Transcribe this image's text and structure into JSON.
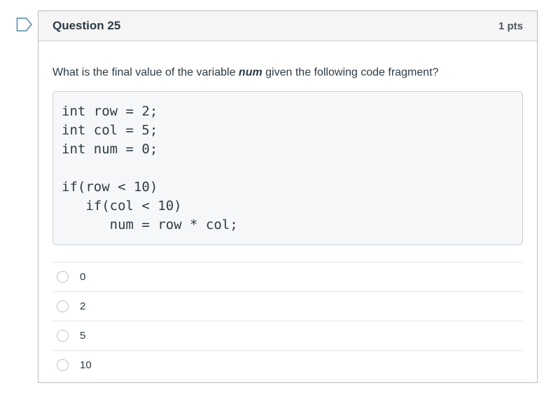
{
  "header": {
    "title": "Question 25",
    "points": "1 pts"
  },
  "question": {
    "text_before": "What is the final value of the variable ",
    "emphasis": "num",
    "text_after": " given the following code fragment?"
  },
  "code": "int row = 2;\nint col = 5;\nint num = 0;\n\nif(row < 10)\n   if(col < 10)\n      num = row * col;",
  "options": [
    {
      "label": "0"
    },
    {
      "label": "2"
    },
    {
      "label": "5"
    },
    {
      "label": "10"
    }
  ],
  "icons": {
    "flag": "flag-question-bookmark"
  },
  "colors": {
    "text": "#2D3B45",
    "header_bg": "#F5F5F5",
    "box_border": "#b8bdc1",
    "code_bg": "#F6F7F8",
    "flag_accent": "#6a96b4",
    "divider": "#e2e4e6"
  }
}
